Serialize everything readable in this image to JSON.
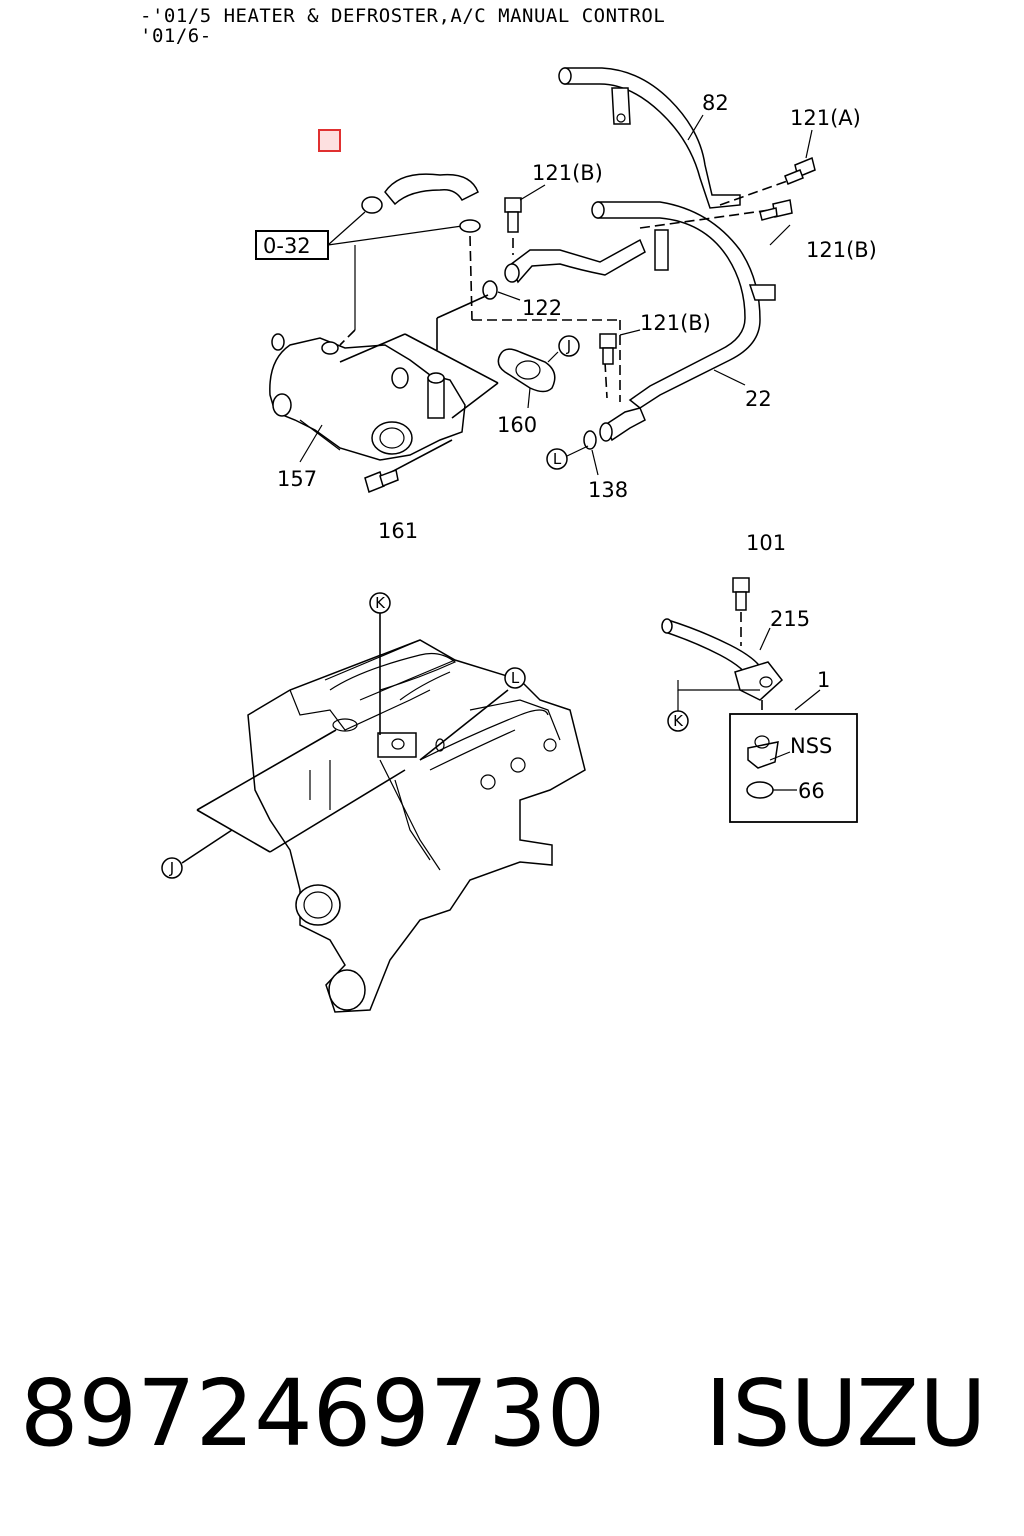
{
  "header": {
    "line1": "-'01/5 HEATER & DEFROSTER,A/C MANUAL CONTROL",
    "line2": "'01/6-"
  },
  "ref_box": "0-32",
  "callouts": {
    "c82": "82",
    "c121a": "121(A)",
    "c121b_top": "121(B)",
    "c121b_right": "121(B)",
    "c121b_mid": "121(B)",
    "c122": "122",
    "c160": "160",
    "c22": "22",
    "c157": "157",
    "c161": "161",
    "c138": "138",
    "c101": "101",
    "c215": "215",
    "c1": "1",
    "cNSS": "NSS",
    "c66": "66"
  },
  "markers": {
    "J": "J",
    "L": "L",
    "K": "K"
  },
  "footer": {
    "part_number": "8972469730",
    "brand": "ISUZU"
  },
  "colors": {
    "line": "#000000",
    "marker_box": "#e03030",
    "marker_fill": "#fde0e0"
  }
}
